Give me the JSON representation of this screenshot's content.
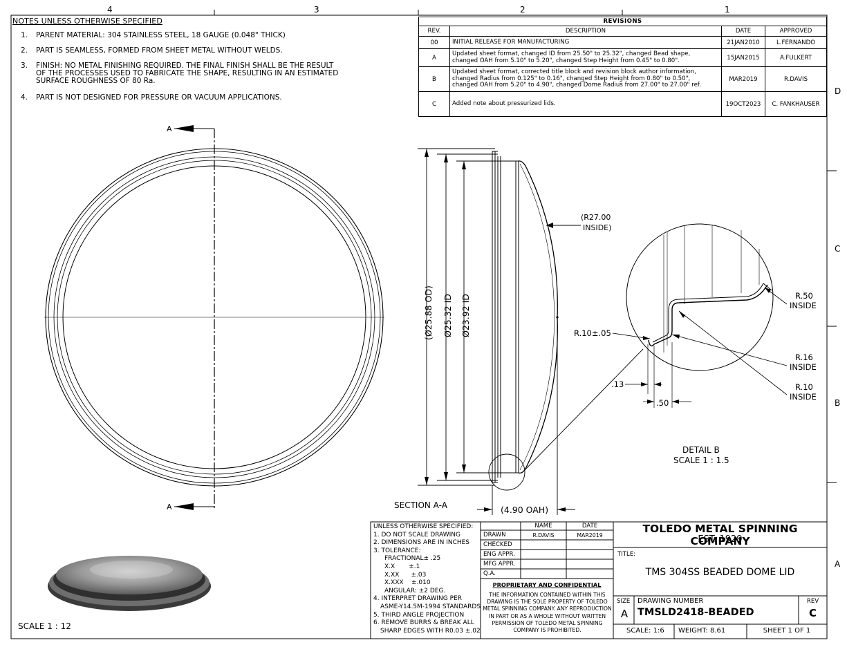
{
  "zones": {
    "top": [
      "4",
      "3",
      "2",
      "1"
    ],
    "right": [
      "D",
      "C",
      "B",
      "A"
    ]
  },
  "notes": {
    "title": "NOTES UNLESS OTHERWISE SPECIFIED",
    "items": [
      {
        "num": "1.",
        "text": "PARENT MATERIAL: 304 STAINLESS STEEL, 18 GAUGE (0.048\" THICK)"
      },
      {
        "num": "2.",
        "text": "PART IS SEAMLESS, FORMED FROM SHEET METAL WITHOUT WELDS."
      },
      {
        "num": "3.",
        "text": "FINISH: NO METAL FINISHING REQUIRED.  THE FINAL FINISH SHALL BE THE RESULT\nOF THE PROCESSES USED TO FABRICATE THE SHAPE, RESULTING IN AN ESTIMATED\nSURFACE ROUGHNESS OF 80 Ra."
      },
      {
        "num": "4.",
        "text": "PART IS NOT DESIGNED FOR PRESSURE OR VACUUM APPLICATIONS."
      }
    ]
  },
  "revisions": {
    "title": "REVISIONS",
    "headers": {
      "rev": "REV.",
      "description": "DESCRIPTION",
      "date": "DATE",
      "approved": "APPROVED"
    },
    "rows": [
      {
        "rev": "00",
        "description": "INITIAL RELEASE FOR MANUFACTURING",
        "date": "21JAN2010",
        "approved": "L.FERNANDO"
      },
      {
        "rev": "A",
        "description": "Updated sheet format, changed ID from 25.50\" to 25.32\", changed Bead shape,\nchanged OAH from 5.10\" to 5.20\", changed Step Height from 0.45\" to 0.80\".",
        "date": "15JAN2015",
        "approved": "A.FULKERT"
      },
      {
        "rev": "B",
        "description": "Updated sheet format, corrected title block and revision block author information,\nchanged Radius from 0.125\" to 0.16\", changed Step Height from 0.80\" to 0.50\",\nchanged OAH from 5.20\" to 4.90\", changed Dome Radius from 27.00\" to 27.00\" ref.",
        "date": "MAR2019",
        "approved": "R.DAVIS"
      },
      {
        "rev": "C",
        "description": "Added note about pressurized lids.",
        "date": "19OCT2023",
        "approved": "C. FANKHAUSER"
      }
    ]
  },
  "views": {
    "section_marker": "A",
    "section_label": "SECTION A-A",
    "scale_label": "SCALE 1 : 12",
    "dims": {
      "od": "(Ø25.88 OD)",
      "id1": "Ø25.32 ID",
      "id2": "Ø23.92 ID",
      "radius": "(R27.00",
      "radius2": "INSIDE)",
      "oah": "(4.90 OAH)"
    },
    "detail": {
      "title": "DETAIL B",
      "scale": "SCALE 1 : 1.5",
      "r50": "R.50",
      "r16": "R.16",
      "r10": "R.10",
      "inside": "INSIDE",
      "r10tol": "R.10±.05",
      "d13": ".13",
      "d50": ".50"
    }
  },
  "title_block": {
    "tolerances": [
      "UNLESS OTHERWISE SPECIFIED:",
      "1. DO NOT SCALE DRAWING",
      "2. DIMENSIONS ARE IN INCHES",
      "3. TOLERANCE:",
      "FRACTIONAL± .25",
      "X.X       ±.1",
      "X.XX      ±.03",
      "X.XXX    ±.010",
      "ANGULAR: ±2 DEG.",
      "4. INTERPRET DRAWING PER",
      "ASME-Y14.5M-1994 STANDARDS",
      "5. THIRD ANGLE PROJECTION",
      "6. REMOVE BURRS & BREAK ALL",
      "SHARP EDGES WITH R0.03 ±.02"
    ],
    "approvals": {
      "name_header": "NAME",
      "date_header": "DATE",
      "rows": [
        {
          "label": "DRAWN",
          "name": "R.DAVIS",
          "date": "MAR2019"
        },
        {
          "label": "CHECKED",
          "name": "",
          "date": ""
        },
        {
          "label": "ENG APPR.",
          "name": "",
          "date": ""
        },
        {
          "label": "MFG APPR.",
          "name": "",
          "date": ""
        },
        {
          "label": "Q.A.",
          "name": "",
          "date": ""
        }
      ]
    },
    "proprietary_title": "PROPRIETARY AND CONFIDENTIAL",
    "proprietary_text": "THE INFORMATION CONTAINED WITHIN THIS DRAWING IS THE SOLE PROPERTY OF TOLEDO METAL SPINNING COMPANY.  ANY REPRODUCTION IN PART OR AS A WHOLE WITHOUT WRITTEN PERMISSION OF TOLEDO METAL SPINNING COMPANY IS PROHIBITED.",
    "company": "TOLEDO METAL SPINNING COMPANY",
    "established": "EST. 1929",
    "title_label": "TITLE:",
    "title": "TMS 304SS BEADED DOME LID",
    "size_label": "SIZE",
    "size": "A",
    "drawing_number_label": "DRAWING NUMBER",
    "drawing_number": "TMSLD2418-BEADED",
    "rev_label": "REV",
    "rev": "C",
    "scale": "SCALE: 1:6",
    "weight": "WEIGHT: 8.61",
    "sheet": "SHEET 1 OF 1"
  }
}
